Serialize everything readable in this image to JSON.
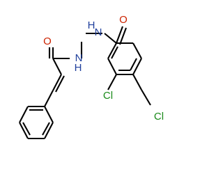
{
  "molecule": {
    "atoms": {
      "carbonyl_oxygen_left": "O",
      "carbonyl_oxygen_right": "O",
      "nitrogen_left": "N",
      "nitrogen_right": "N",
      "nitrogen_left_hydrogen": "H",
      "nitrogen_right_hydrogen": "H",
      "chlorine_top": "Cl",
      "chlorine_bottom": "Cl"
    },
    "colors": {
      "oxygen": "#cc2200",
      "nitrogen": "#1f3f9c",
      "chlorine": "#1a8a1a",
      "bond": "#000000"
    }
  }
}
